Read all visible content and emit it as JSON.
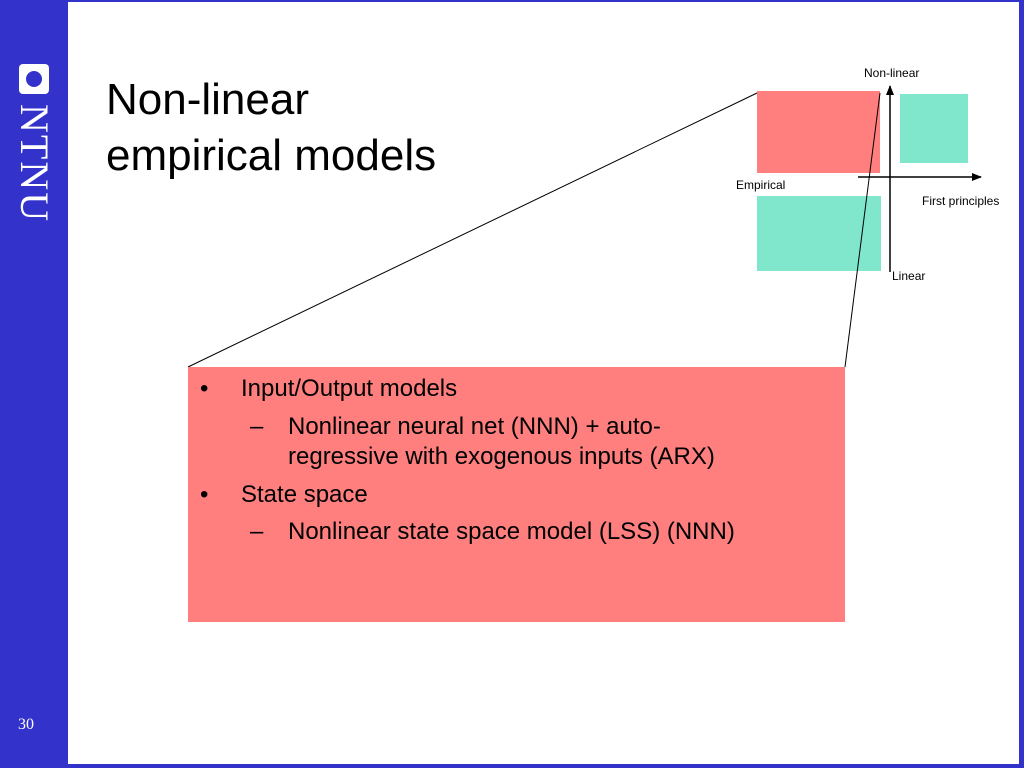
{
  "sidebar": {
    "logo_text": "NTNU",
    "page_number": "30",
    "color": "#3333cc"
  },
  "title": {
    "line1": "Non-linear",
    "line2": "empirical models"
  },
  "diagram": {
    "axis_labels": {
      "top": "Non-linear",
      "bottom": "Linear",
      "left": "Empirical",
      "right": "First principles"
    },
    "colors": {
      "highlight": "#ff7f7f",
      "quadrant": "#80e6cc"
    }
  },
  "content": {
    "items": [
      {
        "bullet": "•",
        "text": "Input/Output models"
      },
      {
        "bullet": "–",
        "text_line1": "Nonlinear neural net (NNN) + auto-",
        "text_line2": "regressive with exogenous inputs (ARX)"
      },
      {
        "bullet": "•",
        "text": "State space"
      },
      {
        "bullet": "–",
        "text": "Nonlinear state space model (LSS) (NNN)"
      }
    ]
  }
}
